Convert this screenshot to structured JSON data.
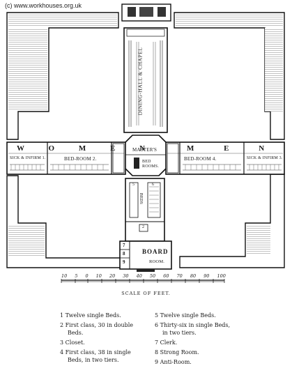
{
  "credit": "(c) www.workhouses.org.uk",
  "rooms": {
    "dining_hall": "DINING-HALL & CHAPEL",
    "masters": "MASTER'S",
    "bed_rooms_small": "BED ROOMS.",
    "women": "W O M E N",
    "men": "M E N",
    "sick_infirm_1": "SICK & INFIRM 1.",
    "bed_room_2": "BED-ROOM 2.",
    "bed_room_4": "BED-ROOM 4.",
    "sick_infirm_3": "SICK & INFIRM 3.",
    "board": "BOARD",
    "room": "ROOM.",
    "beds": "BEDS",
    "num_2": "2",
    "num_5": "5",
    "num_6": "6",
    "num_7": "7",
    "num_8": "8",
    "num_9": "9"
  },
  "scale": {
    "ticks": [
      "10",
      "5",
      "0",
      "10",
      "20",
      "30",
      "40",
      "50",
      "60",
      "70",
      "80",
      "90",
      "100"
    ],
    "title": "SCALE OF FEET."
  },
  "legend_left": [
    {
      "line1": "1 Twelve single Beds.",
      "line2": ""
    },
    {
      "line1": "2 First class, 30 in double",
      "line2": "Beds."
    },
    {
      "line1": "3 Closet.",
      "line2": ""
    },
    {
      "line1": "4 First class, 38 in single",
      "line2": "Beds, in two tiers."
    }
  ],
  "legend_right": [
    {
      "line1": "5 Twelve single Beds.",
      "line2": ""
    },
    {
      "line1": "6 Thirty-six in single Beds,",
      "line2": "in two tiers."
    },
    {
      "line1": "7 Clerk.",
      "line2": ""
    },
    {
      "line1": "8 Strong Room.",
      "line2": ""
    },
    {
      "line1": "9 Anti-Room.",
      "line2": ""
    }
  ]
}
